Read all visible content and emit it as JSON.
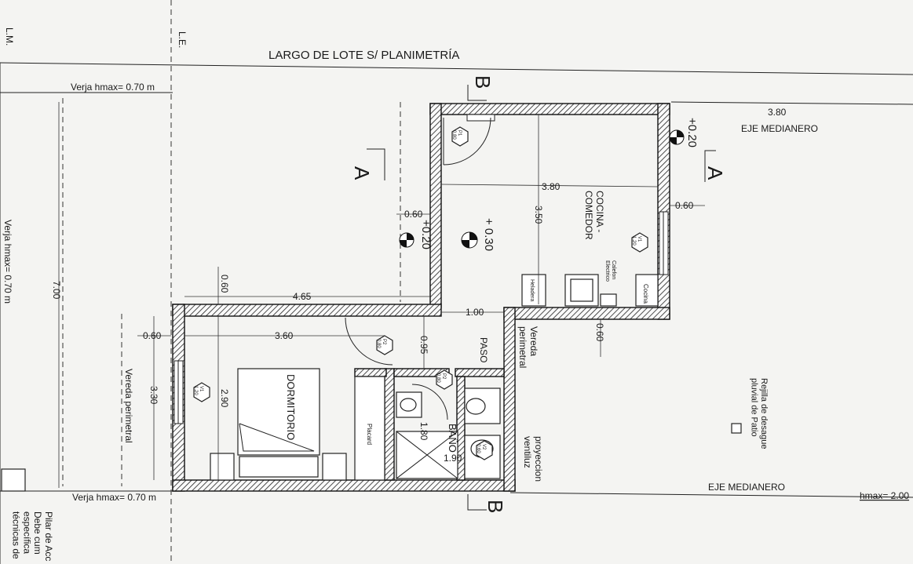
{
  "plan": {
    "lm": "L.M.",
    "le": "L.E.",
    "lot_length": "LARGO DE LOTE S/ PLANIMETRÍA",
    "fence_top": "Verja hmax= 0.70 m",
    "fence_bottom": "Verja hmax= 0.70 m",
    "fence_left": "Verja hmax= 0.70 m",
    "fence_right": "hmax= 2.00",
    "eje_top": "EJE MEDIANERO",
    "eje_bottom": "EJE MEDIANERO",
    "section_a": "A",
    "section_b": "B",
    "rooms": {
      "cocina": "COCINA -\nCOMEDOR",
      "dormitorio": "DORMITORIO",
      "bano": "BAÑO",
      "paso": "PASO",
      "placard": "Placard"
    },
    "levels": {
      "main": "+ 0.30",
      "left": "+0.20",
      "right": "+0.20"
    },
    "dims": {
      "d700": "7.00",
      "d380_top": "3.80",
      "d380_in": "3.80",
      "d350": "3.50",
      "d060_a": "0.60",
      "d060_b": "0.60",
      "d060_c": "0.60",
      "d060_d": "0.60",
      "d060_e": "0.60",
      "d465": "4.65",
      "d100": "1.00",
      "d360": "3.60",
      "d330": "3.30",
      "d290": "2.90",
      "d095": "0.95",
      "d180": "1.80",
      "d190": "1.90"
    },
    "labels": {
      "vereda_left": "Vereda perimetral",
      "vereda_mid": "Vereda\nperimetral",
      "proyeccion": "proyeccion\nventiluz",
      "rejilla": "Rejilla de desague\npluvial de Patio",
      "pilar": "Pilar de Acc\nDebe cum\nespecífica\ntécnicas de",
      "heladera": "Heladera",
      "calefon": "Calefon\nElectrico",
      "cocina_app": "Cocina"
    },
    "tags": {
      "p1": "P1\n0.80",
      "p2": "P2\n0.80",
      "p2b": "P2\n0.80",
      "v1a": "V1\n1.20",
      "v1b": "V1\n1.20",
      "v2": "V2\n0.60"
    }
  }
}
